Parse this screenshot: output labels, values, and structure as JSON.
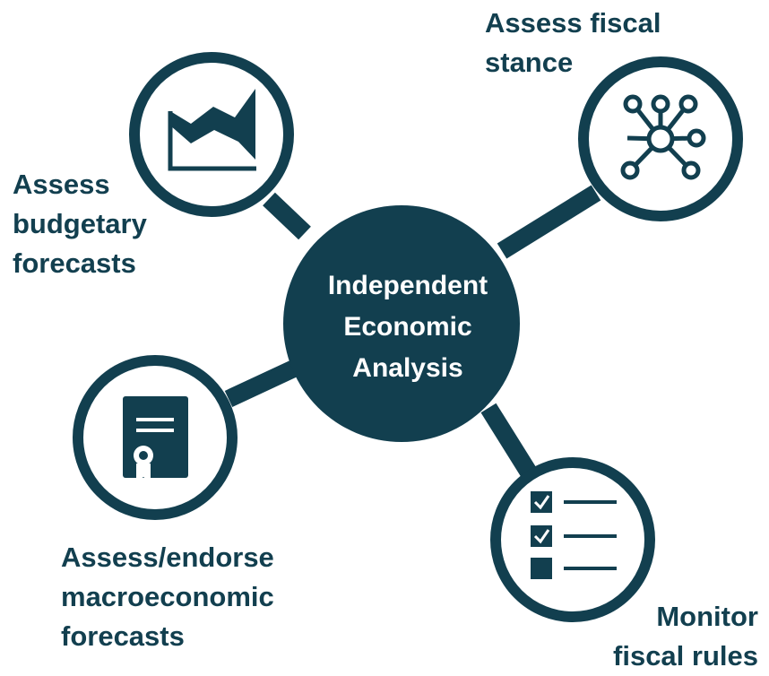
{
  "colors": {
    "primary": "#123f4f",
    "background": "#ffffff",
    "center_text": "#ffffff"
  },
  "center": {
    "lines": [
      "Independent",
      "Economic",
      "Analysis"
    ]
  },
  "nodes": [
    {
      "id": "budgetary",
      "icon": "area-chart-icon",
      "label_lines": [
        "Assess",
        "budgetary",
        "forecasts"
      ]
    },
    {
      "id": "fiscal-stance",
      "icon": "network-hub-icon",
      "label_lines": [
        "Assess fiscal",
        "stance"
      ]
    },
    {
      "id": "macro",
      "icon": "certificate-document-icon",
      "label_lines": [
        "Assess/endorse",
        "macroeconomic",
        "forecasts"
      ]
    },
    {
      "id": "fiscal-rules",
      "icon": "checklist-icon",
      "label_lines": [
        "Monitor",
        "fiscal rules"
      ]
    }
  ]
}
